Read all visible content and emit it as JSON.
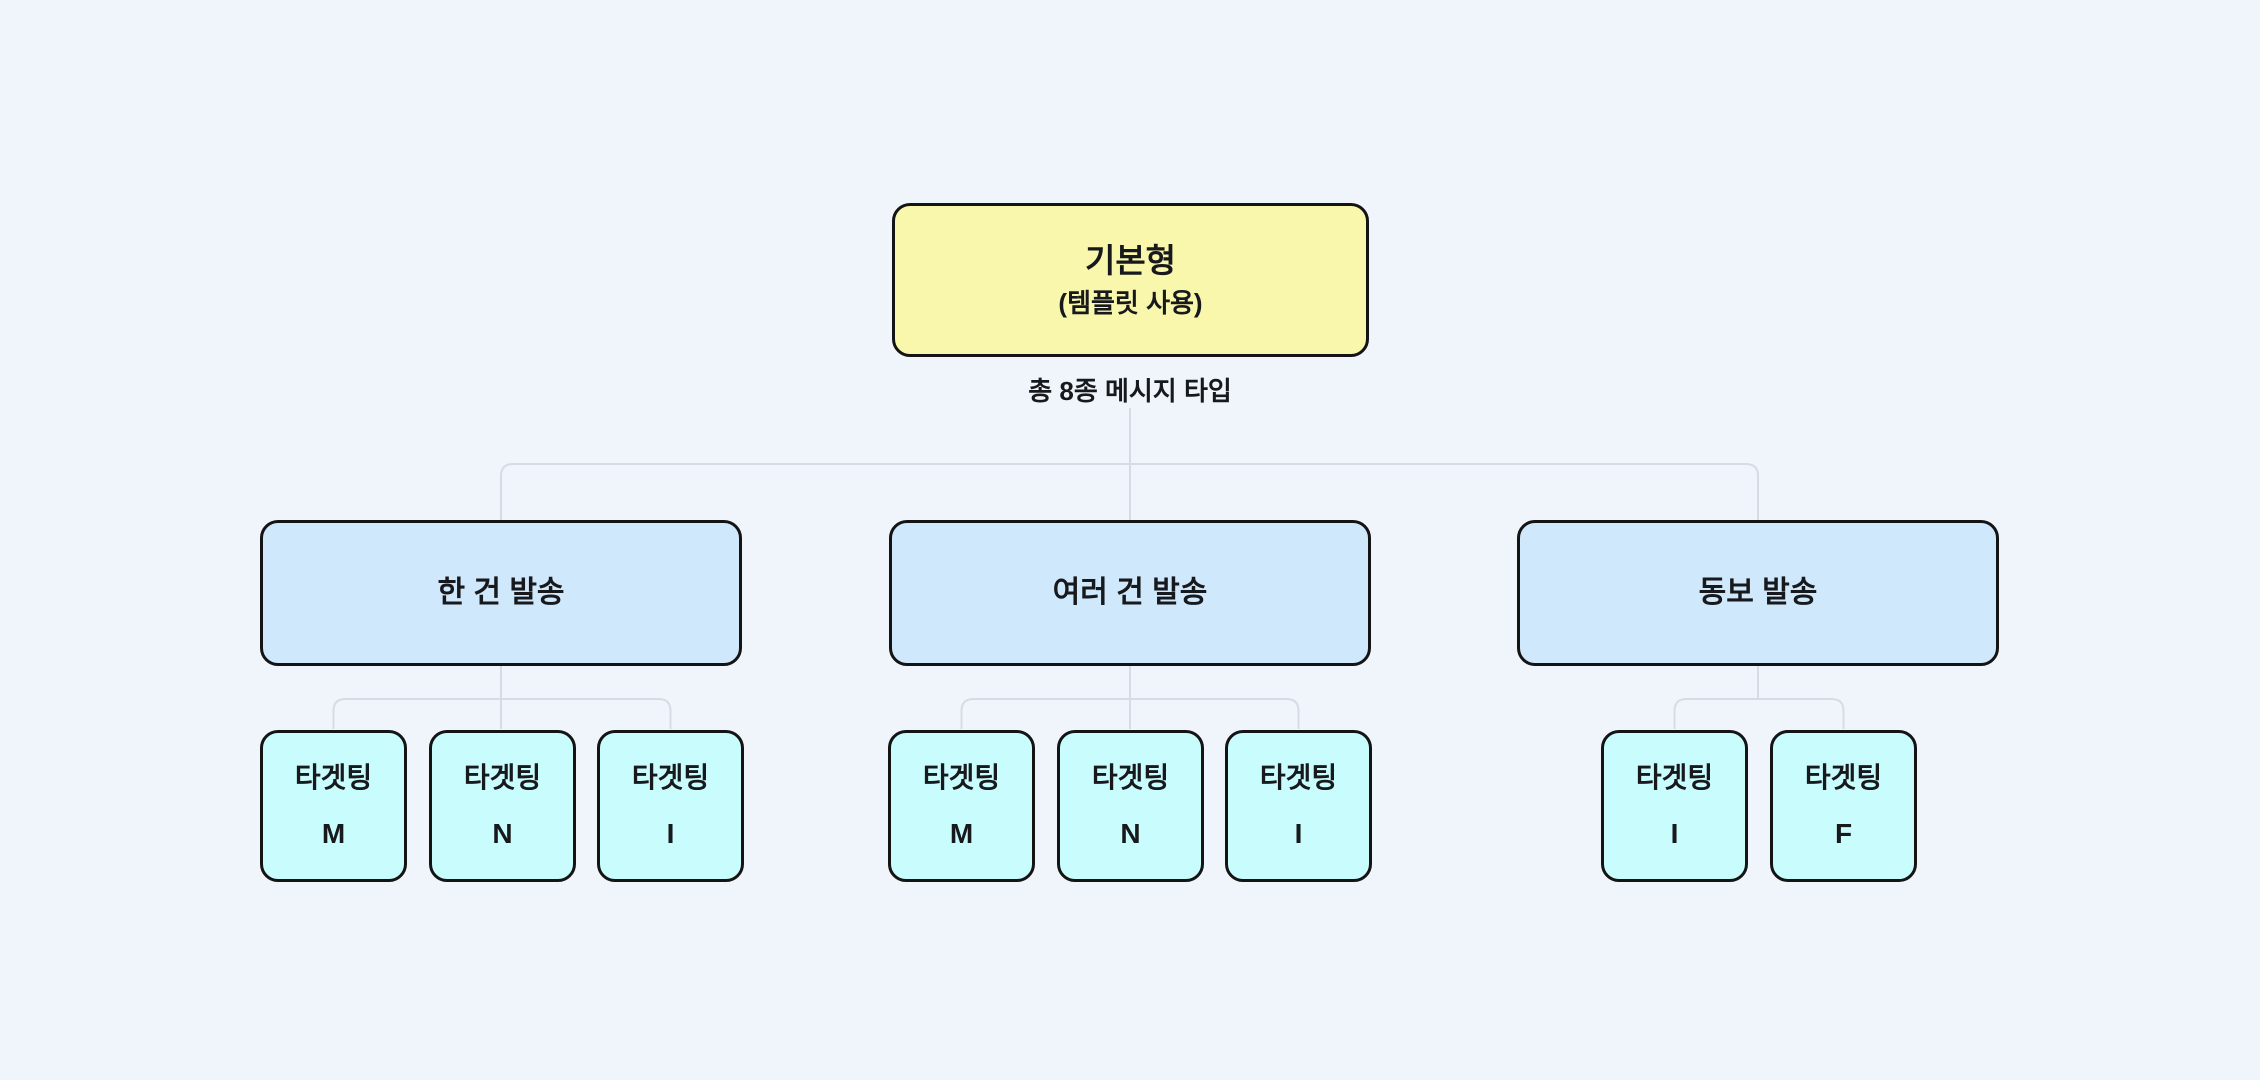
{
  "colors": {
    "canvas_bg": "#f0f5fb",
    "root_fill": "#f9f7ab",
    "parent_fill": "#d0e8fb",
    "leaf_fill": "#c9fdfd",
    "node_border": "#141414",
    "connector": "#d8dbe3",
    "text": "#17191d"
  },
  "root": {
    "title": "기본형",
    "subtitle": "(템플릿 사용)"
  },
  "edge_label": "총 8종 메시지 타입",
  "groups": [
    {
      "label": "한 건 발송",
      "children": [
        {
          "name": "타겟팅",
          "code": "M"
        },
        {
          "name": "타겟팅",
          "code": "N"
        },
        {
          "name": "타겟팅",
          "code": "I"
        }
      ]
    },
    {
      "label": "여러 건 발송",
      "children": [
        {
          "name": "타겟팅",
          "code": "M"
        },
        {
          "name": "타겟팅",
          "code": "N"
        },
        {
          "name": "타겟팅",
          "code": "I"
        }
      ]
    },
    {
      "label": "동보 발송",
      "children": [
        {
          "name": "타겟팅",
          "code": "I"
        },
        {
          "name": "타겟팅",
          "code": "F"
        }
      ]
    }
  ]
}
